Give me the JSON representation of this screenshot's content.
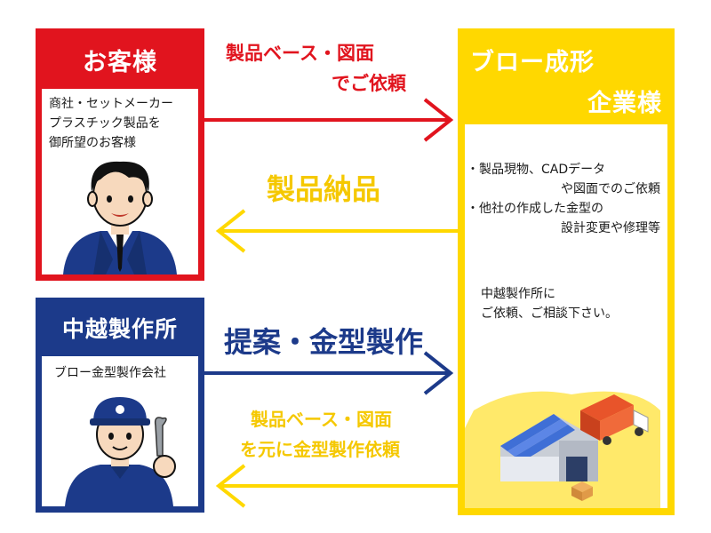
{
  "colors": {
    "red": "#e1141e",
    "navy": "#1c3a8a",
    "yellow": "#ffd800",
    "text_yellow": "#f5c800"
  },
  "customer": {
    "title": "お客様",
    "description": [
      "商社・セットメーカー",
      "プラスチック製品を",
      "御所望のお客様"
    ]
  },
  "company": {
    "title": "中越製作所",
    "description": "ブロー金型製作会社"
  },
  "blow": {
    "title_line1": "ブロー成形",
    "title_line2": "企業様",
    "items": [
      {
        "line1": "・製品現物、CADデータ",
        "line2": "や図面でのご依頼"
      },
      {
        "line1": "・他社の作成した金型の",
        "line2": "設計変更や修理等"
      }
    ],
    "note_line1": "中越製作所に",
    "note_line2": "ご依頼、ご相談下さい。"
  },
  "arrows": {
    "top_red_line1": "製品ベース・図面",
    "top_red_line2": "でご依頼",
    "middle_yellow": "製品納品",
    "navy": "提案・金型製作",
    "bottom_yellow_line1": "製品ベース・図面",
    "bottom_yellow_line2": "を元に金型製作依頼"
  }
}
